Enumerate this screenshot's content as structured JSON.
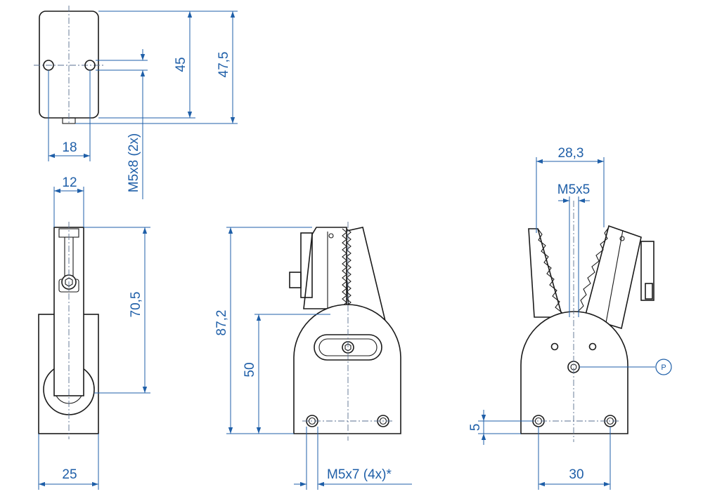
{
  "accent_color": "#1f5fa8",
  "line_color": "#1a1a1a",
  "dimensions": {
    "top_view_width": "18",
    "top_view_hole_spacing": "45",
    "top_view_height": "47,5",
    "top_view_threads": "M5x8 (2x)",
    "side_view_top_width": "12",
    "side_view_upper_height": "70,5",
    "side_view_base_width": "25",
    "front_view_total_height": "87,2",
    "front_view_body_height": "50",
    "front_view_threads": "M5x7 (4x)*",
    "rear_view_jaw_width": "28,3",
    "rear_view_thread": "M5x5",
    "rear_view_hole_height": "5",
    "rear_view_hole_spacing": "30",
    "pivot_marker": "P"
  }
}
